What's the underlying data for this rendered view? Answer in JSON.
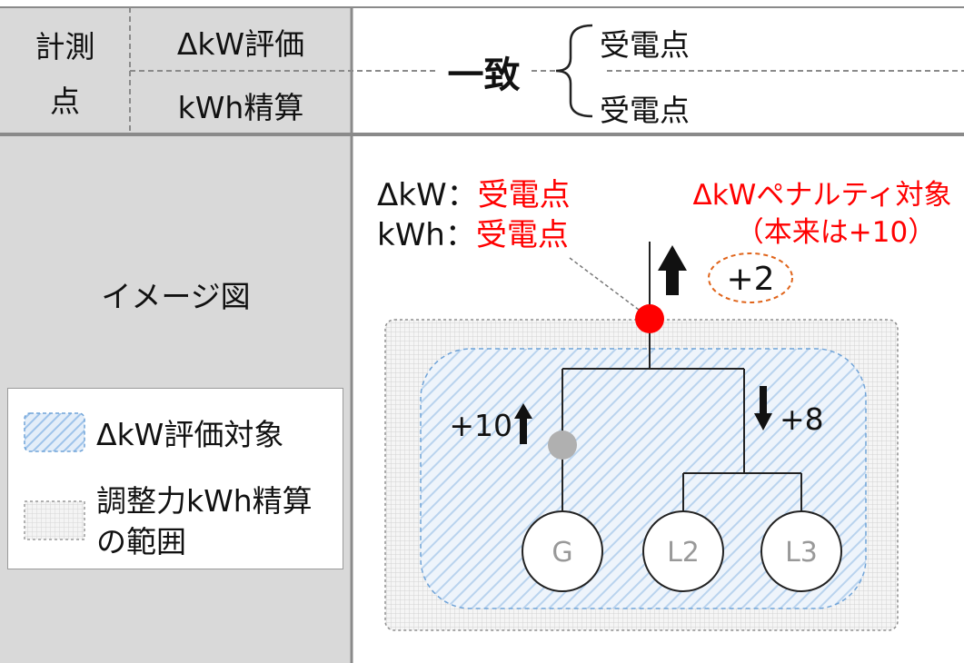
{
  "header": {
    "measure_point_label_line1": "計測",
    "measure_point_label_line2": "点",
    "dkw_eval_label": "ΔkW評価",
    "kwh_settle_label": "kWh精算",
    "match_label": "一致",
    "dkw_point": "受電点",
    "kwh_point": "受電点"
  },
  "image_row": {
    "label": "イメージ図"
  },
  "legend": {
    "dkw_target_label": "ΔkW評価対象",
    "kwh_range_label_line1": "調整力kWh精算",
    "kwh_range_label_line2": "の範囲"
  },
  "diagram": {
    "point_dkw_prefix": "ΔkW：",
    "point_dkw_value": "受電点",
    "point_kwh_prefix": "kWh：",
    "point_kwh_value": "受電点",
    "penalty_label": "ΔkWペナルティ対象",
    "penalty_note": "（本来は+10）",
    "net_flow": "+2",
    "gen_flow": "+10",
    "load_flow": "+8",
    "node_g": "G",
    "node_l2": "L2",
    "node_l3": "L3"
  },
  "colors": {
    "header_gray": "#d9d9d9",
    "accent_red": "#ff0000",
    "hatch_blue": "#bcd6f0",
    "grid_gray": "#c8c8c8",
    "meter_gray": "#b0b0b0"
  }
}
